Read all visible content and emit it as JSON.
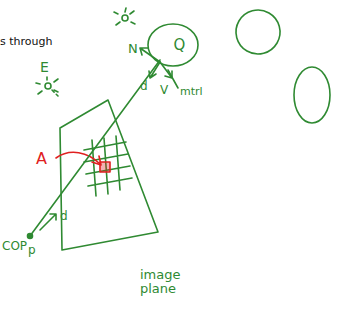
{
  "diagram": {
    "nodes": [
      {
        "text": [
          "Q"
        ]
      }
    ],
    "labels": [
      "s through",
      "E",
      "N",
      "d",
      "V",
      "mtrl",
      "A",
      "COP",
      "p",
      "d",
      "image plane"
    ]
  }
}
